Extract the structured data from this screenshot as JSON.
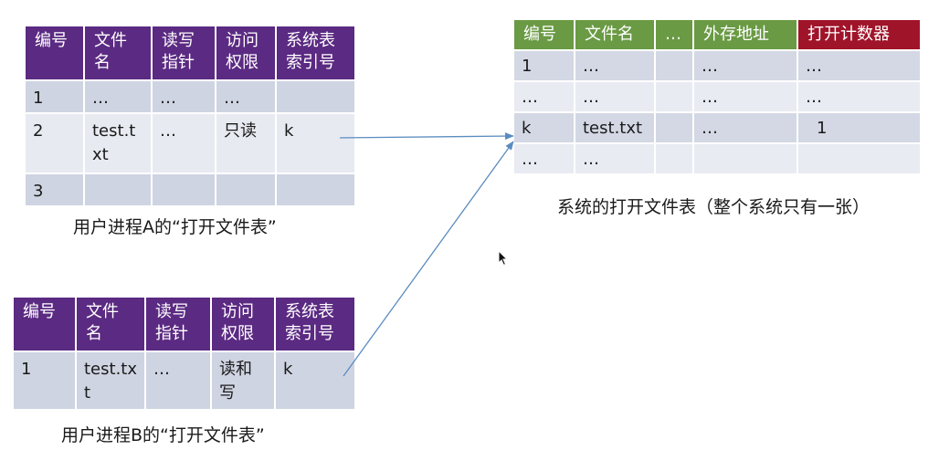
{
  "table_a": {
    "headers": [
      "编号",
      "文件名",
      "读写指针",
      "访问权限",
      "系统表索引号"
    ],
    "header_lines": [
      [
        "编号"
      ],
      [
        "文件",
        "名"
      ],
      [
        "读写",
        "指针"
      ],
      [
        "访问",
        "权限"
      ],
      [
        "系统表",
        "索引号"
      ]
    ],
    "rows": [
      [
        [
          "1"
        ],
        [
          "…"
        ],
        [
          "…"
        ],
        [
          "…"
        ],
        [
          ""
        ]
      ],
      [
        [
          "2"
        ],
        [
          "test.t",
          "xt"
        ],
        [
          "…"
        ],
        [
          "只读"
        ],
        [
          "k"
        ]
      ],
      [
        [
          "3"
        ],
        [
          ""
        ],
        [
          ""
        ],
        [
          ""
        ],
        [
          ""
        ]
      ]
    ],
    "caption": "用户进程A的“打开文件表”"
  },
  "table_b": {
    "headers": [
      "编号",
      "文件名",
      "读写指针",
      "访问权限",
      "系统表索引号"
    ],
    "header_lines": [
      [
        "编号"
      ],
      [
        "文件",
        "名"
      ],
      [
        "读写",
        "指针"
      ],
      [
        "访问",
        "权限"
      ],
      [
        "系统表",
        "索引号"
      ]
    ],
    "rows": [
      [
        [
          "1"
        ],
        [
          "test.tx",
          "t"
        ],
        [
          "…"
        ],
        [
          "读和",
          "写"
        ],
        [
          "k"
        ]
      ]
    ],
    "caption": "用户进程B的“打开文件表”"
  },
  "system_table": {
    "headers": [
      "编号",
      "文件名",
      "…",
      "外存地址",
      "打开计数器"
    ],
    "rows": [
      [
        "1",
        "…",
        "",
        "…",
        "…"
      ],
      [
        "…",
        "…",
        "",
        "…",
        "…"
      ],
      [
        "k",
        "test.txt",
        "",
        "…",
        "1"
      ],
      [
        "…",
        "…",
        "",
        "",
        ""
      ]
    ],
    "caption": "系统的打开文件表（整个系统只有一张）"
  },
  "colors": {
    "process_header": "#5b2a82",
    "system_header": "#6a9a44",
    "counter_header": "#a0142a",
    "arrow": "#5b8cc0"
  },
  "icons": [
    "mouse-cursor-icon"
  ]
}
